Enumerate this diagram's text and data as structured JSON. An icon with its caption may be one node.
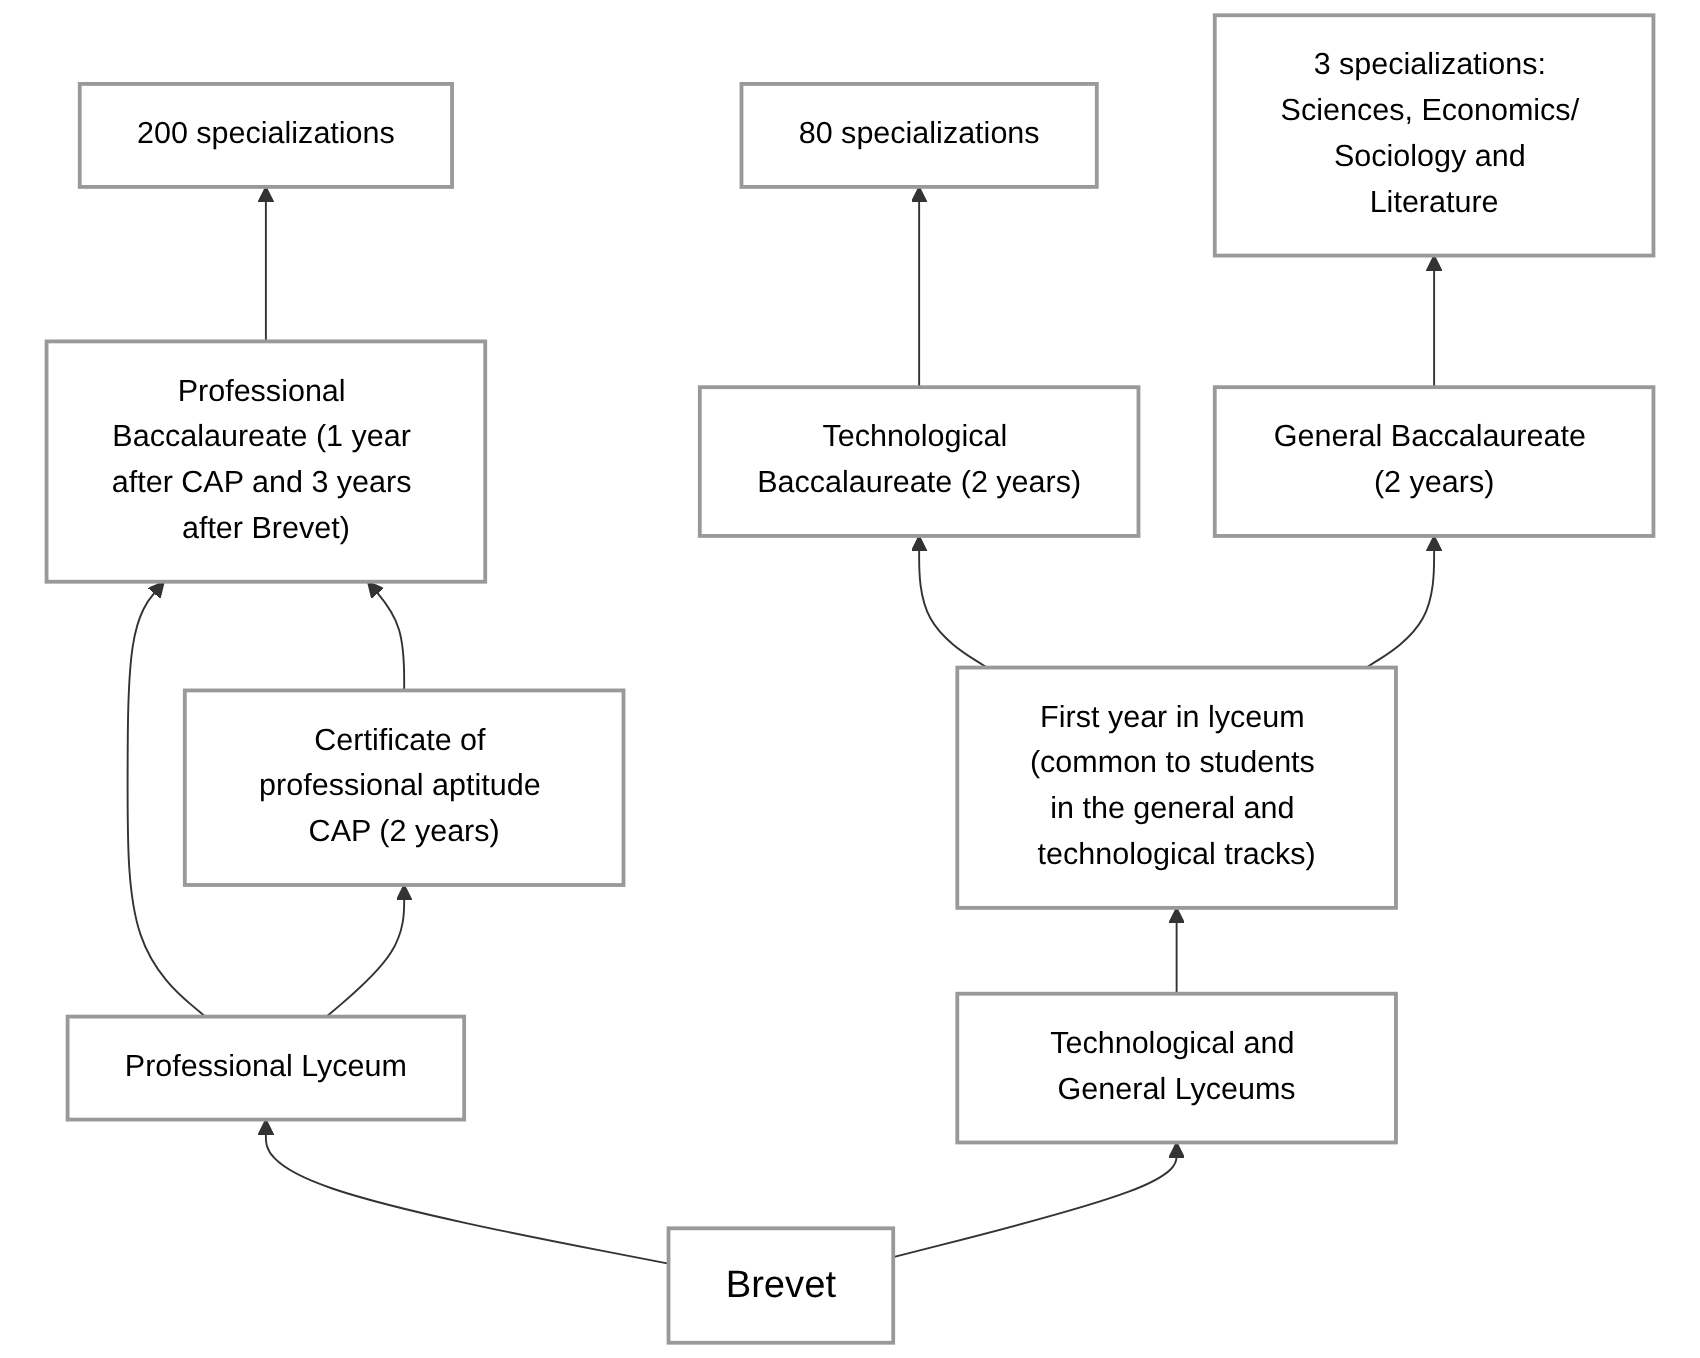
{
  "diagram": {
    "nodes": [
      {
        "text": [
          "Brevet"
        ]
      },
      {
        "text": [
          "Professional Lyceum"
        ]
      },
      {
        "text": [
          "Certificate of professional aptitude CAP (2 years)"
        ]
      },
      {
        "text": [
          "Professional Baccalaureate (1 year after CAP and 3 years after Brevet)"
        ]
      },
      {
        "text": [
          "200 specializations"
        ]
      },
      {
        "text": [
          "Technological and General Lyceums"
        ]
      },
      {
        "text": [
          "First year in lyceum (common to students in the general and technological tracks)"
        ]
      },
      {
        "text": [
          "Technological Baccalaureate (2 years)"
        ]
      },
      {
        "text": [
          "80 specializations"
        ]
      },
      {
        "text": [
          "General Baccalaureate (2 years)"
        ]
      },
      {
        "text": [
          "3 specializations: Sciences, Economics/ Sociology and Literature"
        ]
      }
    ],
    "edges": [
      {
        "from": 0,
        "to": 1,
        "arrow": "to"
      },
      {
        "from": 0,
        "to": 5,
        "arrow": "to"
      },
      {
        "from": 1,
        "to": 2,
        "arrow": "to"
      },
      {
        "from": 1,
        "to": 3,
        "arrow": "to"
      },
      {
        "from": 2,
        "to": 3,
        "arrow": "to"
      },
      {
        "from": 3,
        "to": 4,
        "arrow": "to"
      },
      {
        "from": 5,
        "to": 6,
        "arrow": "to"
      },
      {
        "from": 6,
        "to": 7,
        "arrow": "to"
      },
      {
        "from": 6,
        "to": 9,
        "arrow": "to"
      },
      {
        "from": 7,
        "to": 8,
        "arrow": "to"
      },
      {
        "from": 9,
        "to": 10,
        "arrow": "to"
      }
    ]
  }
}
